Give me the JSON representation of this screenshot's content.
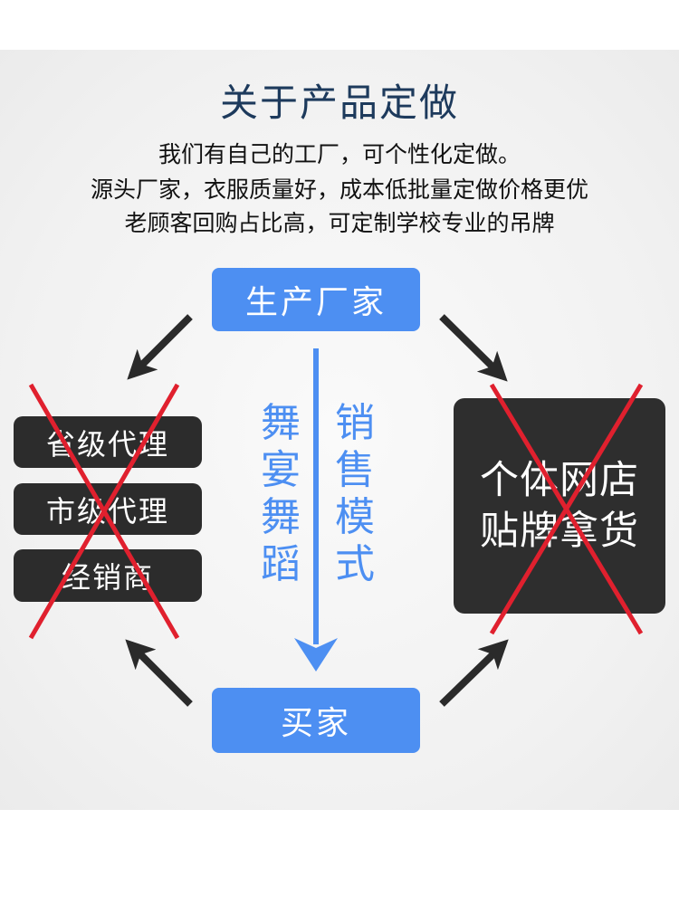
{
  "title": "关于产品定做",
  "intro": [
    "我们有自己的工厂，可个性化定做。",
    "源头厂家，衣服质量好，成本低批量定做价格更优",
    "老顾客回购占比高，可定制学校专业的吊牌"
  ],
  "nodes": {
    "factory": "生产厂家",
    "buyer": "买家",
    "intermediaries": [
      "省级代理",
      "市级代理",
      "经销商"
    ],
    "online_store": [
      "个体网店",
      "贴牌拿货"
    ]
  },
  "vertical_labels": {
    "left": "舞宴舞蹈",
    "right": "销售模式"
  },
  "colors": {
    "accent_blue": "#4d8ff2",
    "dark_box": "#2c2c2c",
    "cross_red": "#e0202e",
    "title_navy": "#1d3a5c"
  }
}
